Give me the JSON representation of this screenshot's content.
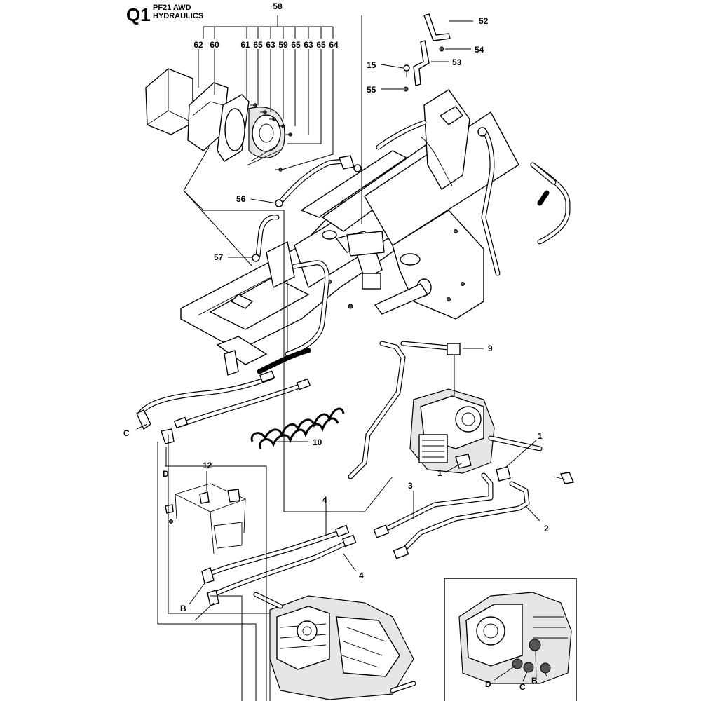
{
  "header": {
    "section_code": "Q1",
    "line1": "PF21 AWD",
    "line2": "HYDRAULICS"
  },
  "callouts": [
    {
      "id": "c58",
      "label": "58"
    },
    {
      "id": "c62",
      "label": "62"
    },
    {
      "id": "c60",
      "label": "60"
    },
    {
      "id": "c61",
      "label": "61"
    },
    {
      "id": "c65a",
      "label": "65"
    },
    {
      "id": "c63a",
      "label": "63"
    },
    {
      "id": "c59",
      "label": "59"
    },
    {
      "id": "c65b",
      "label": "65"
    },
    {
      "id": "c63b",
      "label": "63"
    },
    {
      "id": "c65c",
      "label": "65"
    },
    {
      "id": "c64",
      "label": "64"
    },
    {
      "id": "c52",
      "label": "52"
    },
    {
      "id": "c54",
      "label": "54"
    },
    {
      "id": "c15",
      "label": "15"
    },
    {
      "id": "c53",
      "label": "53"
    },
    {
      "id": "c55",
      "label": "55"
    },
    {
      "id": "c56",
      "label": "56"
    },
    {
      "id": "c57",
      "label": "57"
    },
    {
      "id": "c9",
      "label": "9"
    },
    {
      "id": "c10",
      "label": "10"
    },
    {
      "id": "cC",
      "label": "C"
    },
    {
      "id": "cD",
      "label": "D"
    },
    {
      "id": "c12",
      "label": "12"
    },
    {
      "id": "c1a",
      "label": "1"
    },
    {
      "id": "c1b",
      "label": "1"
    },
    {
      "id": "c3",
      "label": "3"
    },
    {
      "id": "c2",
      "label": "2"
    },
    {
      "id": "c4a",
      "label": "4"
    },
    {
      "id": "c4b",
      "label": "4"
    },
    {
      "id": "cB",
      "label": "B"
    }
  ],
  "inset": {
    "labels": [
      {
        "id": "iD",
        "label": "D"
      },
      {
        "id": "iC",
        "label": "C"
      },
      {
        "id": "iB",
        "label": "B"
      }
    ]
  }
}
